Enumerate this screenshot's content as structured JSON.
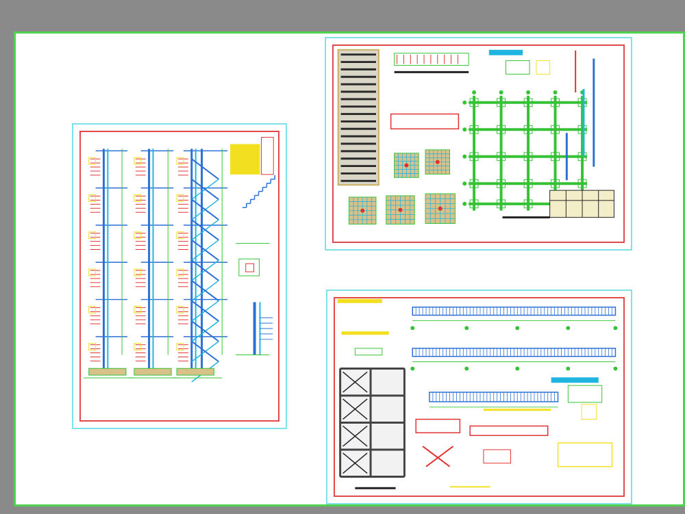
{
  "colors": {
    "background": "#8a8a8a",
    "paper_border": "#4fd24f",
    "sheet_border": "#7fe0e8",
    "frame_red": "#e04a4a",
    "rebar_blue": "#2a6fd6",
    "rebar_cyan": "#20b5e0",
    "dim_green": "#35c235",
    "note_yellow": "#f2e020",
    "hatch_tan": "#d9c28a",
    "detail_red": "#e23030"
  },
  "sheets": [
    {
      "id": "sheet-1",
      "content": "column-elevations-and-stair-details"
    },
    {
      "id": "sheet-2",
      "content": "foundation-plan-and-footing-details"
    },
    {
      "id": "sheet-3",
      "content": "beam-elevations-and-slab-details"
    }
  ]
}
